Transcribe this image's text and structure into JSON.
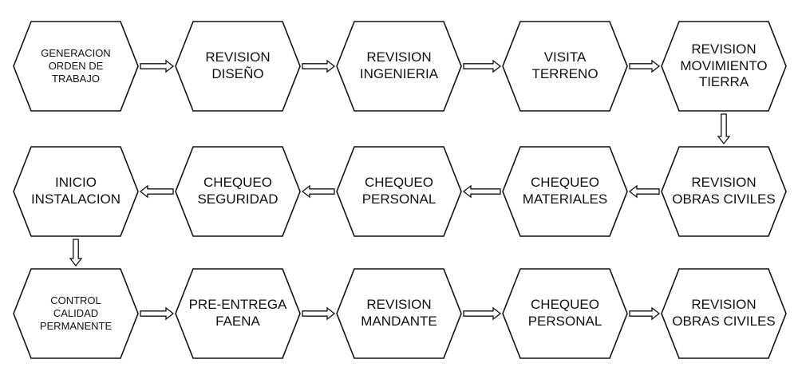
{
  "steps": [
    {
      "id": "s1",
      "lines": [
        "GENERACION",
        "ORDEN DE",
        "TRABAJO"
      ]
    },
    {
      "id": "s2",
      "lines": [
        "REVISION",
        "DISEÑO"
      ]
    },
    {
      "id": "s3",
      "lines": [
        "REVISION",
        "INGENIERIA"
      ]
    },
    {
      "id": "s4",
      "lines": [
        "VISITA",
        "TERRENO"
      ]
    },
    {
      "id": "s5",
      "lines": [
        "REVISION",
        "MOVIMIENTO",
        "TIERRA"
      ]
    },
    {
      "id": "s6",
      "lines": [
        "INICIO",
        "INSTALACION"
      ]
    },
    {
      "id": "s7",
      "lines": [
        "CHEQUEO",
        "SEGURIDAD"
      ]
    },
    {
      "id": "s8",
      "lines": [
        "CHEQUEO",
        "PERSONAL"
      ]
    },
    {
      "id": "s9",
      "lines": [
        "CHEQUEO",
        "MATERIALES"
      ]
    },
    {
      "id": "s10",
      "lines": [
        "REVISION",
        "OBRAS CIVILES"
      ]
    },
    {
      "id": "s11",
      "lines": [
        "CONTROL",
        "CALIDAD",
        "PERMANENTE"
      ]
    },
    {
      "id": "s12",
      "lines": [
        "PRE-ENTREGA",
        "FAENA"
      ]
    },
    {
      "id": "s13",
      "lines": [
        "REVISION",
        "MANDANTE"
      ]
    },
    {
      "id": "s14",
      "lines": [
        "CHEQUEO",
        "PERSONAL"
      ]
    },
    {
      "id": "s15",
      "lines": [
        "REVISION",
        "OBRAS CIVILES"
      ]
    }
  ],
  "flow": [
    {
      "from": "s1",
      "to": "s2"
    },
    {
      "from": "s2",
      "to": "s3"
    },
    {
      "from": "s3",
      "to": "s4"
    },
    {
      "from": "s4",
      "to": "s5"
    },
    {
      "from": "s5",
      "to": "s10"
    },
    {
      "from": "s10",
      "to": "s9"
    },
    {
      "from": "s9",
      "to": "s8"
    },
    {
      "from": "s8",
      "to": "s7"
    },
    {
      "from": "s7",
      "to": "s6"
    },
    {
      "from": "s6",
      "to": "s11"
    },
    {
      "from": "s11",
      "to": "s12"
    },
    {
      "from": "s12",
      "to": "s13"
    },
    {
      "from": "s13",
      "to": "s14"
    },
    {
      "from": "s14",
      "to": "s15"
    }
  ],
  "colors": {
    "stroke": "#111111",
    "fill": "#ffffff",
    "text": "#111111"
  }
}
